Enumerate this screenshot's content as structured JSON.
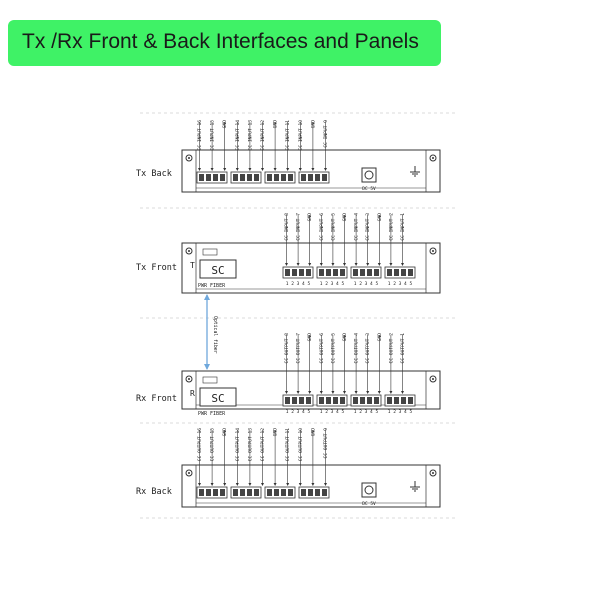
{
  "title": "Tx /Rx Front & Back Interfaces and Panels",
  "colors": {
    "banner": "#3ff266",
    "line": "#333333",
    "fiber": "#6fa8dc"
  },
  "panels": [
    {
      "id": "tx-back",
      "label": "Tx Back",
      "kind": "back",
      "pins": [
        "CC INPUT 16",
        "CC INPUT 15",
        "GND",
        "CC INPUT 14",
        "CC INPUT 13",
        "CC INPUT 12",
        "GND",
        "CC INPUT 11",
        "CC INPUT 10",
        "GND",
        "CC INPUT 9"
      ],
      "power": "DC 5V"
    },
    {
      "id": "tx-front",
      "label": "Tx Front",
      "kind": "front",
      "letter": "T",
      "sc": "SC",
      "leds": "PWR FIBER",
      "pins": [
        "CC INPUT 8",
        "CC INPUT 7",
        "GND",
        "CC INPUT 6",
        "CC INPUT 5",
        "GND",
        "CC INPUT 4",
        "CC INPUT 3",
        "GND",
        "CC INPUT 2",
        "CC INPUT 1"
      ],
      "block_numbers": "1 2 3 4 5"
    },
    {
      "id": "rx-front",
      "label": "Rx Front",
      "kind": "front",
      "letter": "R",
      "sc": "SC",
      "leds": "PWR FIBER",
      "pins": [
        "CC OUTPUT 8",
        "CC OUTPUT 7",
        "GND",
        "CC OUTPUT 6",
        "CC OUTPUT 5",
        "GND",
        "CC OUTPUT 4",
        "CC OUTPUT 3",
        "GND",
        "CC OUTPUT 2",
        "CC OUTPUT 1"
      ],
      "block_numbers": "1 2 3 4 5"
    },
    {
      "id": "rx-back",
      "label": "Rx Back",
      "kind": "back",
      "pins": [
        "CC OUTPUT 16",
        "CC OUTPUT 15",
        "GND",
        "CC OUTPUT 14",
        "CC OUTPUT 13",
        "CC OUTPUT 12",
        "GND",
        "CC OUTPUT 11",
        "CC OUTPUT 10",
        "GND",
        "CC OUTPUT 9"
      ],
      "power": "DC 5V"
    }
  ],
  "fiber_label": "Optical fiber"
}
